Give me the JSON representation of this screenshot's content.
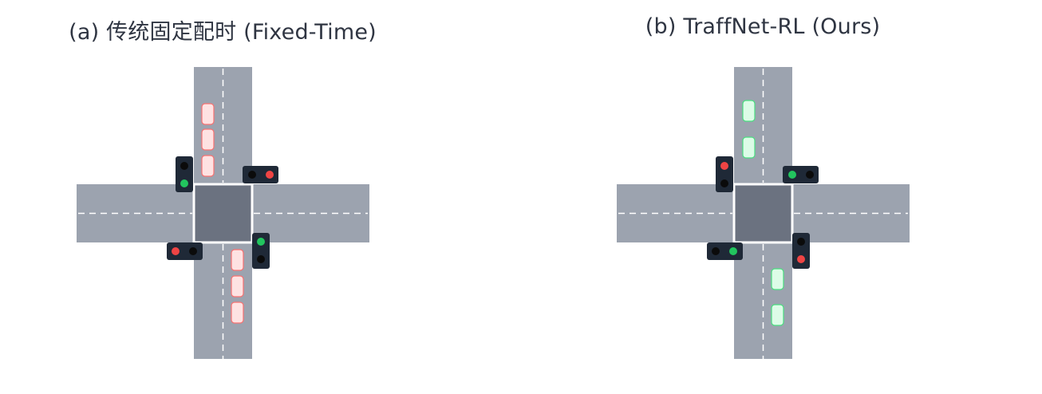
{
  "panels": {
    "a": {
      "title": "(a) 传统固定配时 (Fixed-Time)",
      "vehicle_state": "queued",
      "vehicle_color": "#f87171",
      "signals": {
        "north_west": "green",
        "north_east": "red",
        "south_west": "red",
        "south_east": "green"
      }
    },
    "b": {
      "title": "(b) TraffNet-RL (Ours)",
      "vehicle_state": "flowing",
      "vehicle_color": "#4ade80",
      "signals": {
        "north_west": "red",
        "north_east": "green",
        "south_west": "green",
        "south_east": "red"
      }
    }
  },
  "colors": {
    "road": "#9ca3af",
    "intersection": "#6b7280",
    "light_housing": "#1f2937",
    "light_off": "#0b0b0b",
    "red_light": "#ef4444",
    "green_light": "#22c55e",
    "queued_vehicle_fill": "#fee2e2",
    "flowing_vehicle_fill": "#dcfce7"
  }
}
